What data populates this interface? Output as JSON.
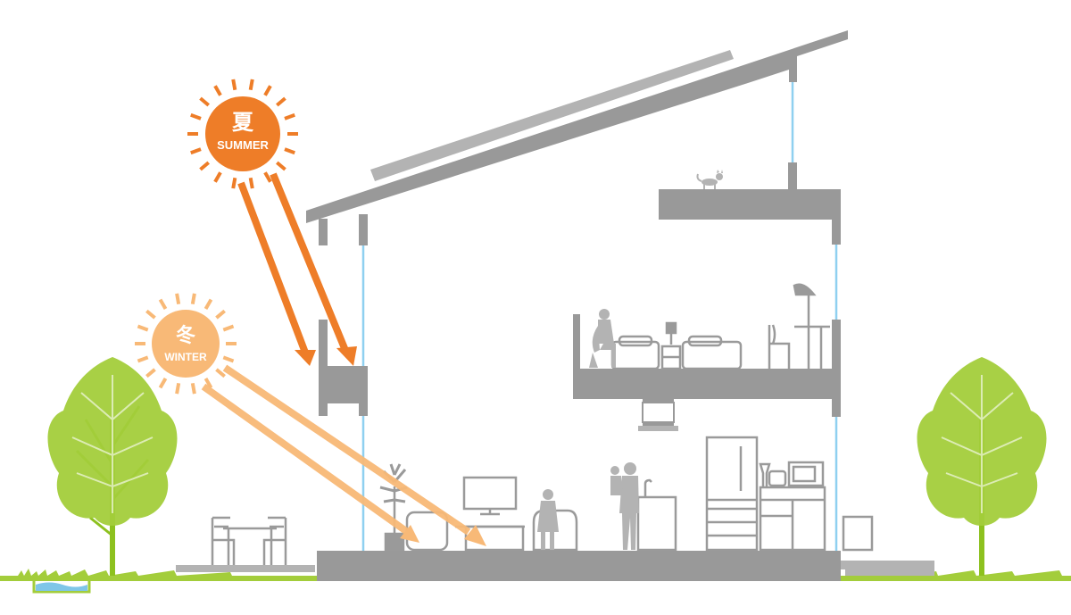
{
  "summer_sun": {
    "kanji": "夏",
    "label": "SUMMER",
    "color": "#ee7d28"
  },
  "winter_sun": {
    "kanji": "冬",
    "label": "WINTER",
    "color": "#f8b977"
  },
  "colors": {
    "structure": "#999999",
    "structure_light": "#b3b3b3",
    "window_glass": "#8fd0f0",
    "furniture_line": "#9a9a9a",
    "tree": "#a3cd3b",
    "tree_trunk": "#8dc11f",
    "water": "#7fc6e8"
  }
}
